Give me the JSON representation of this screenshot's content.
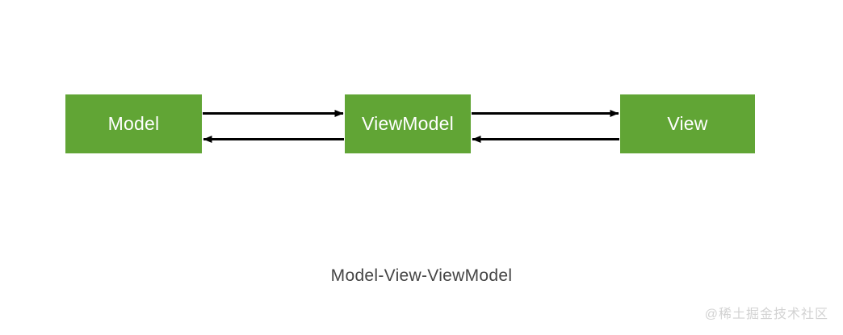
{
  "diagram": {
    "caption": "Model-View-ViewModel",
    "colors": {
      "node_fill": "#61A535",
      "node_text": "#FFFFFF",
      "edge_stroke": "#000000",
      "caption_text": "#454545",
      "watermark_text": "#D2D2D2",
      "background": "#FFFFFF"
    },
    "nodes": [
      {
        "id": "model",
        "label": "Model"
      },
      {
        "id": "viewmodel",
        "label": "ViewModel"
      },
      {
        "id": "view",
        "label": "View"
      }
    ],
    "edges": [
      {
        "id": "model-to-viewmodel",
        "from": "Model",
        "to": "ViewModel",
        "direction": "right"
      },
      {
        "id": "viewmodel-to-model",
        "from": "ViewModel",
        "to": "Model",
        "direction": "left"
      },
      {
        "id": "viewmodel-to-view",
        "from": "ViewModel",
        "to": "View",
        "direction": "right"
      },
      {
        "id": "view-to-viewmodel",
        "from": "View",
        "to": "ViewModel",
        "direction": "left"
      }
    ]
  },
  "watermark": {
    "text": "@稀土掘金技术社区"
  }
}
